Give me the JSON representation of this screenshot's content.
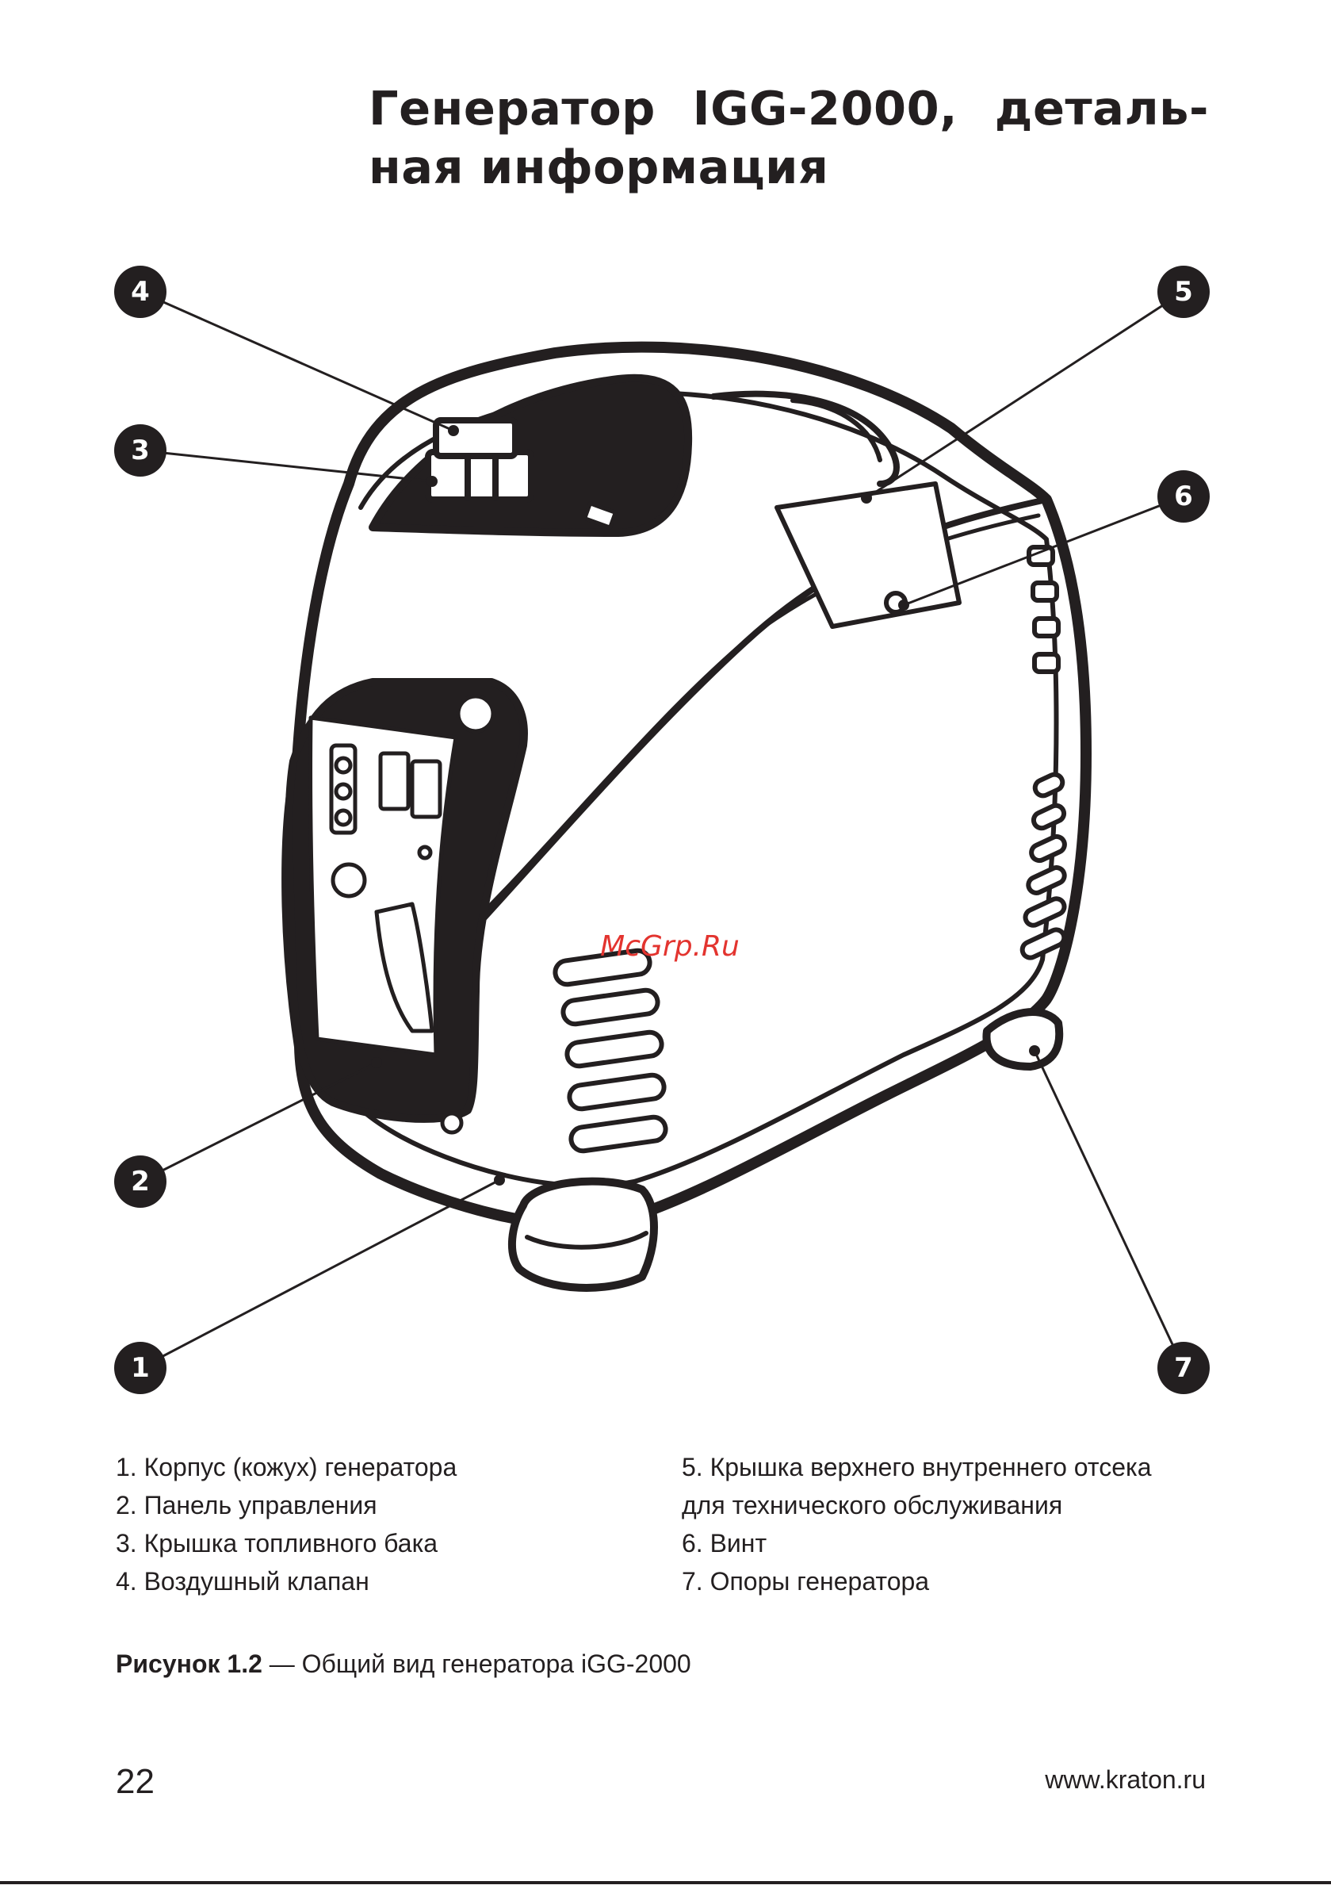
{
  "title": {
    "line1_word1": "Генератор",
    "line1_word2": "IGG-2000,",
    "line1_word3": "деталь-",
    "line2": "ная информация"
  },
  "figure": {
    "callouts": [
      "4",
      "5",
      "3",
      "6",
      "2",
      "1",
      "7"
    ],
    "watermark": "McGrp.Ru"
  },
  "legend": {
    "left": [
      "1. Корпус (кожух) генератора",
      "2. Панель управления",
      "3. Крышка топливного бака",
      "4. Воздушный клапан"
    ],
    "right": [
      "5. Крышка верхнего внутреннего отсека",
      "для технического обслуживания",
      "6. Винт",
      "7. Опоры генератора"
    ]
  },
  "caption": {
    "label": "Рисунок 1.2",
    "text": " — Общий вид генератора iGG-2000"
  },
  "footer": {
    "page_number": "22",
    "website": "www.kraton.ru"
  },
  "colors": {
    "ink": "#231f20",
    "watermark": "#e3342f"
  }
}
